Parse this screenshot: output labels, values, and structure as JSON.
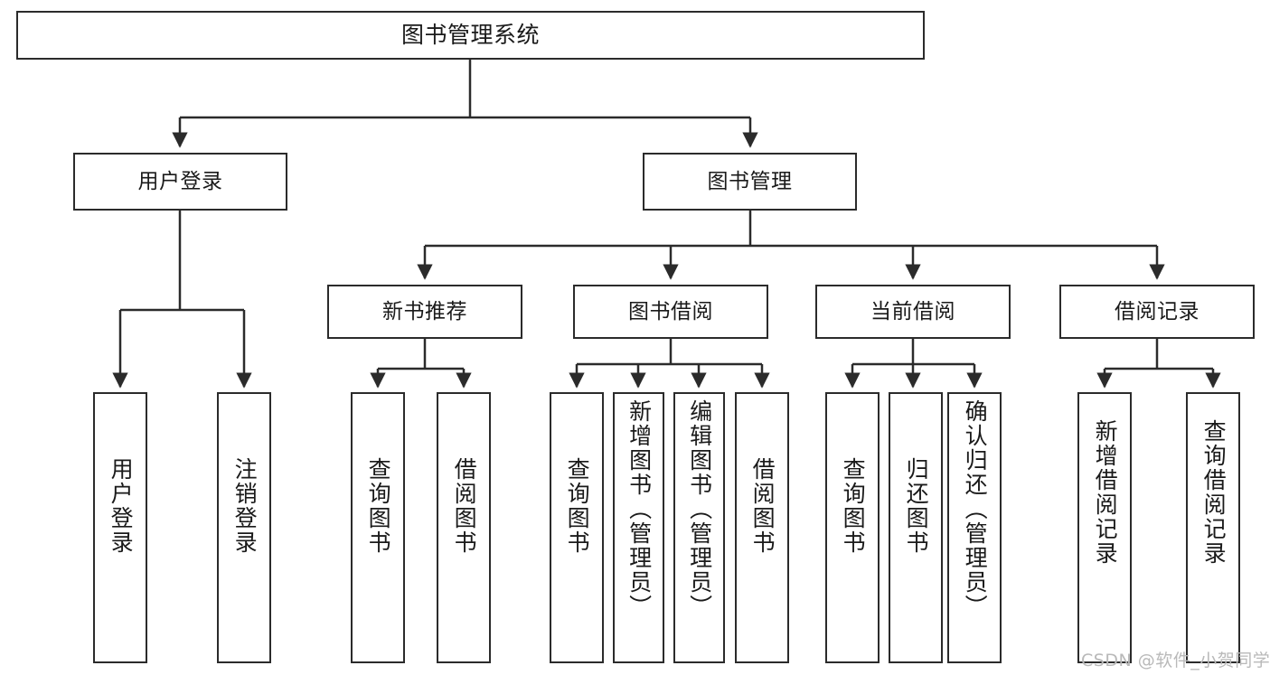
{
  "diagram": {
    "title": "图书管理系统",
    "type": "functional-structure-tree",
    "colors": {
      "box_border": "#2b2b2b",
      "box_fill": "#ffffff",
      "edge": "#2b2b2b",
      "text": "#1a1a1a",
      "watermark": "#b9b9b9",
      "background": "#ffffff"
    },
    "nodes": {
      "root": {
        "label": "图书管理系统"
      },
      "level2": [
        {
          "id": "user-login",
          "label": "用户登录"
        },
        {
          "id": "book-manage",
          "label": "图书管理"
        }
      ],
      "level3": [
        {
          "id": "new-book-recommend",
          "label": "新书推荐"
        },
        {
          "id": "book-borrow",
          "label": "图书借阅"
        },
        {
          "id": "current-borrow",
          "label": "当前借阅"
        },
        {
          "id": "borrow-record",
          "label": "借阅记录"
        }
      ],
      "leaves": {
        "user-login": [
          {
            "id": "leaf-user-login",
            "label": "用户登录"
          },
          {
            "id": "leaf-logout-login",
            "label": "注销登录"
          }
        ],
        "new-book-recommend": [
          {
            "id": "leaf-query-book-1",
            "label": "查询图书"
          },
          {
            "id": "leaf-borrow-book-1",
            "label": "借阅图书"
          }
        ],
        "book-borrow": [
          {
            "id": "leaf-query-book-2",
            "label": "查询图书"
          },
          {
            "id": "leaf-add-book",
            "label": "新增图书（管理员）"
          },
          {
            "id": "leaf-edit-book",
            "label": "编辑图书（管理员）"
          },
          {
            "id": "leaf-borrow-book-2",
            "label": "借阅图书"
          }
        ],
        "current-borrow": [
          {
            "id": "leaf-query-book-3",
            "label": "查询图书"
          },
          {
            "id": "leaf-return-book",
            "label": "归还图书"
          },
          {
            "id": "leaf-confirm-return",
            "label": "确认归还（管理员）"
          }
        ],
        "borrow-record": [
          {
            "id": "leaf-add-record",
            "label": "新增借阅记录"
          },
          {
            "id": "leaf-query-record",
            "label": "查询借阅记录"
          }
        ]
      }
    },
    "watermark": "CSDN @软件_小贺同学"
  }
}
